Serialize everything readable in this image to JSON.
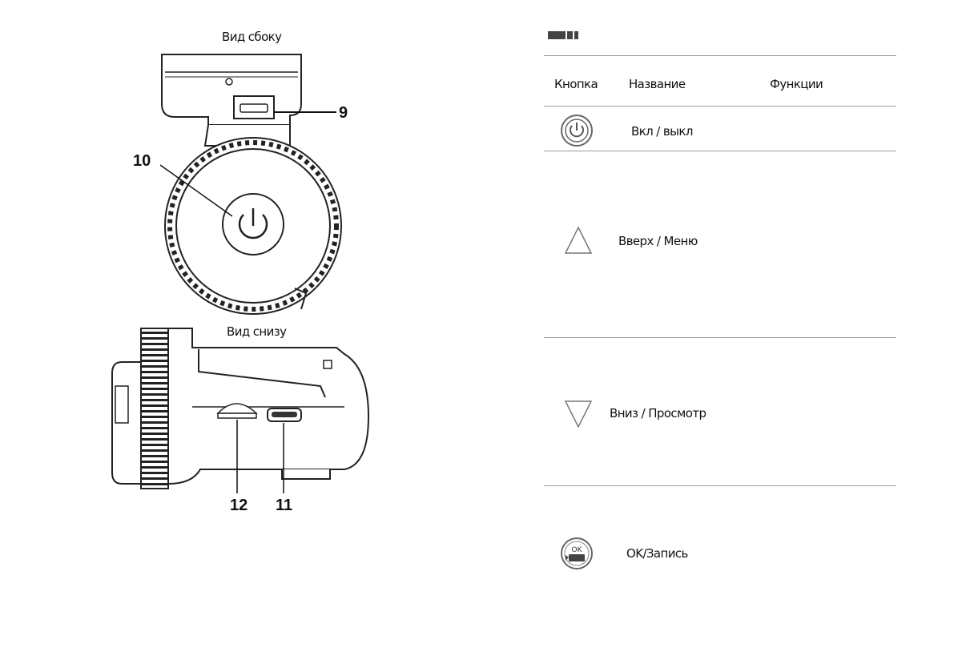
{
  "left": {
    "side_view_title": "Вид сбоку",
    "bottom_view_title": "Вид снизу",
    "callouts": {
      "c9": "9",
      "c10": "10",
      "c11": "11",
      "c12": "12"
    }
  },
  "table": {
    "headers": {
      "button": "Кнопка",
      "name": "Название",
      "functions": "Функции"
    },
    "rows": [
      {
        "icon": "power-button-icon",
        "name": "Вкл / выкл",
        "function": ""
      },
      {
        "icon": "up-triangle-icon",
        "name": "Вверх / Меню",
        "function": ""
      },
      {
        "icon": "down-triangle-icon",
        "name": "Вниз / Просмотр",
        "function": ""
      },
      {
        "icon": "ok-record-icon",
        "name": "OK/Запись",
        "function": ""
      }
    ]
  }
}
